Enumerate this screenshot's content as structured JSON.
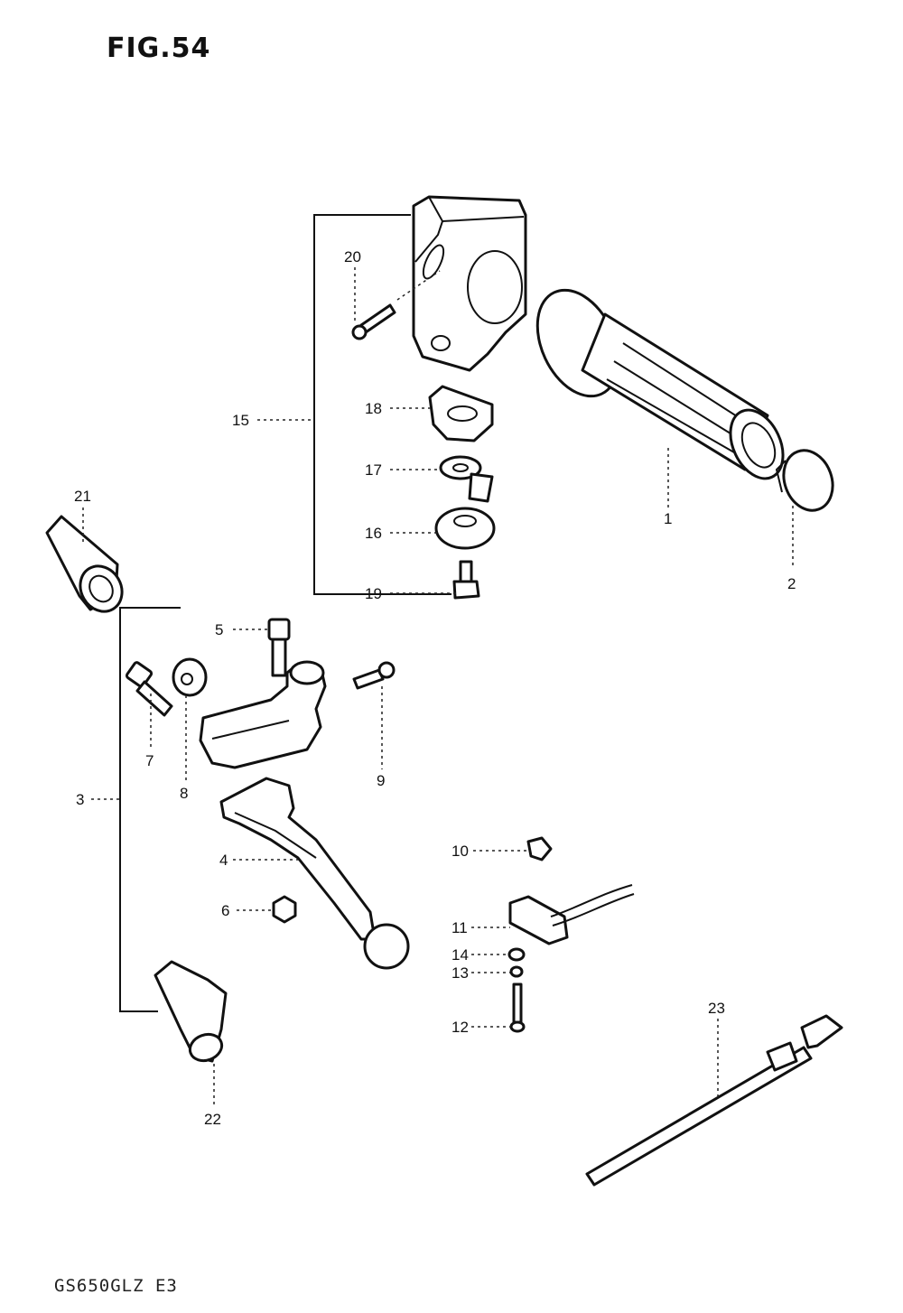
{
  "title": "FIG.54",
  "model_code": "GS650GLZ E3",
  "callouts": [
    "1",
    "2",
    "3",
    "4",
    "5",
    "6",
    "7",
    "8",
    "9",
    "10",
    "11",
    "12",
    "13",
    "14",
    "15",
    "16",
    "17",
    "18",
    "19",
    "20",
    "21",
    "22",
    "23"
  ]
}
